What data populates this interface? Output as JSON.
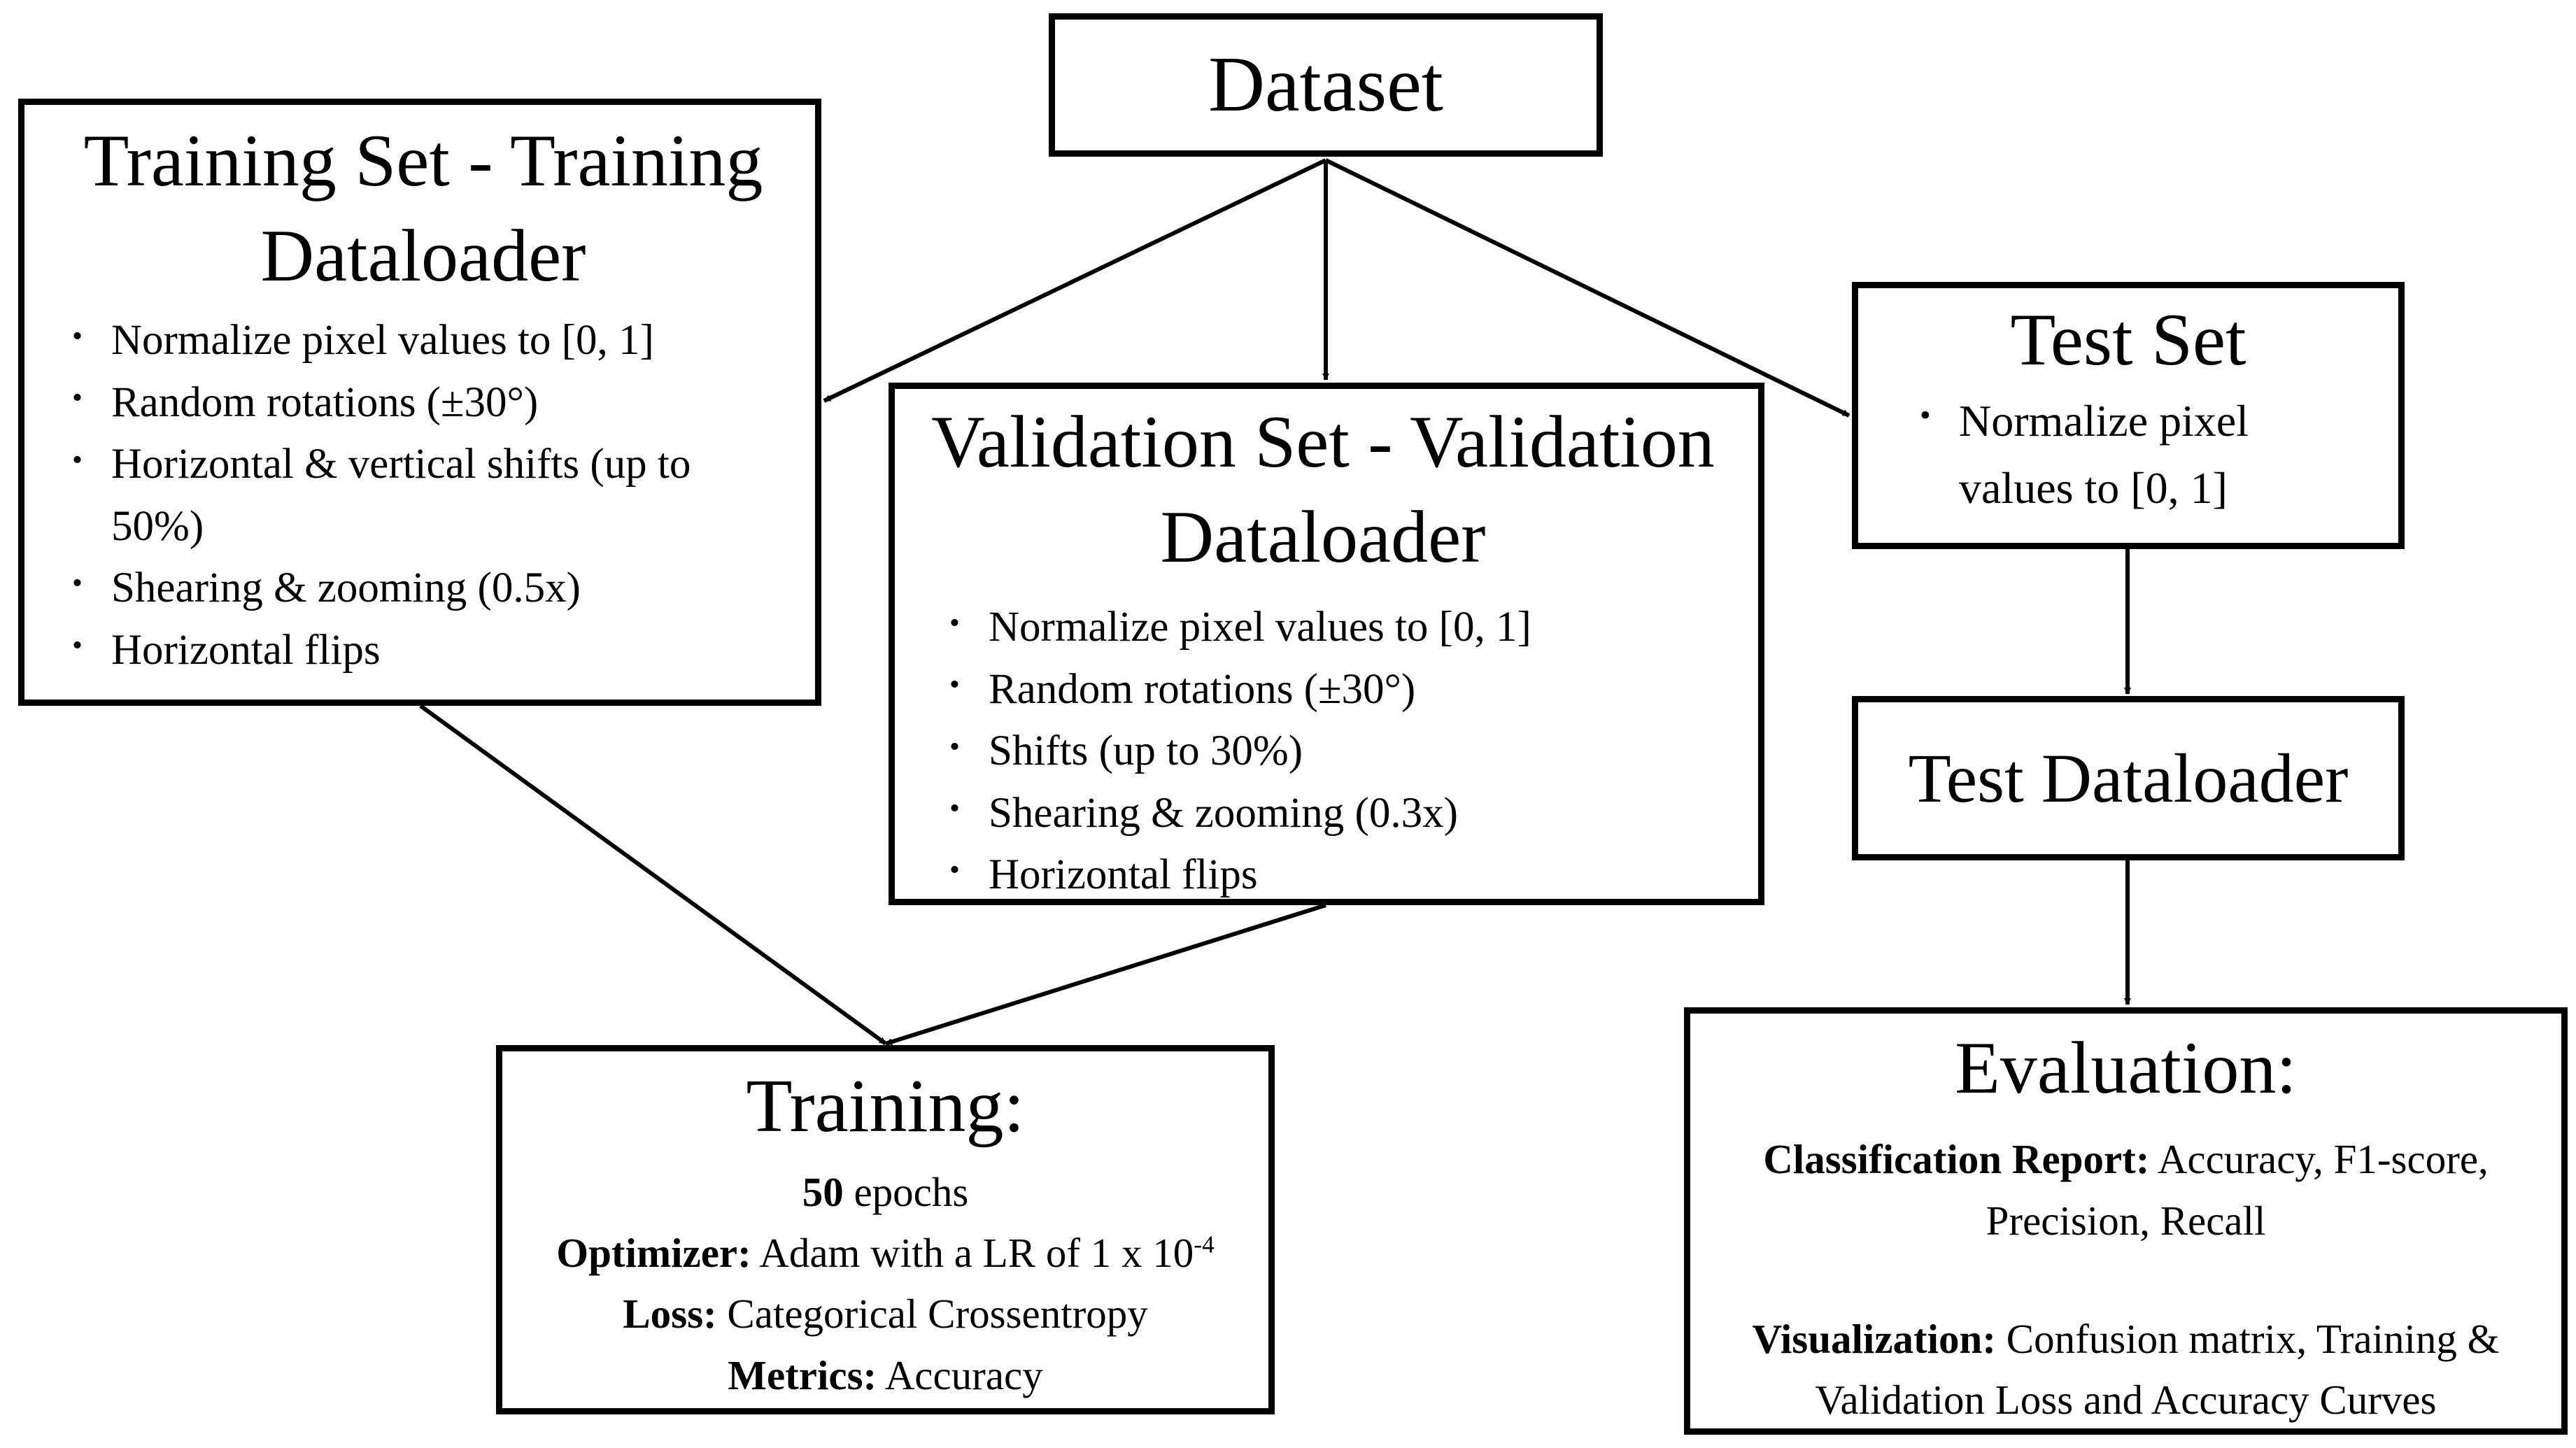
{
  "dataset": {
    "title": "Dataset"
  },
  "training_set": {
    "title": "Training Set - Training Dataloader",
    "items": [
      "Normalize pixel values to [0, 1]",
      "Random rotations (±30°)",
      "Horizontal & vertical shifts (up to 50%)",
      "Shearing & zooming (0.5x)",
      "Horizontal flips"
    ]
  },
  "validation_set": {
    "title": "Validation Set - Validation Dataloader",
    "items": [
      "Normalize pixel values to [0, 1]",
      "Random rotations (±30°)",
      "Shifts (up to 30%)",
      "Shearing & zooming (0.3x)",
      "Horizontal flips"
    ]
  },
  "test_set": {
    "title": "Test Set",
    "items": [
      "Normalize pixel values to [0, 1]"
    ]
  },
  "test_dataloader": {
    "title": "Test Dataloader"
  },
  "training": {
    "title": "Training:",
    "epochs_value": "50",
    "epochs_label": "epochs",
    "optimizer_label": "Optimizer:",
    "optimizer_value": "Adam with a LR of 1 x 10",
    "optimizer_exponent": "-4",
    "loss_label": "Loss:",
    "loss_value": "Categorical Crossentropy",
    "metrics_label": "Metrics:",
    "metrics_value": "Accuracy"
  },
  "evaluation": {
    "title": "Evaluation:",
    "report_label": "Classification Report:",
    "report_value": "Accuracy, F1-score, Precision, Recall",
    "visualization_label": "Visualization:",
    "visualization_value": "Confusion matrix, Training & Validation Loss and Accuracy Curves"
  }
}
